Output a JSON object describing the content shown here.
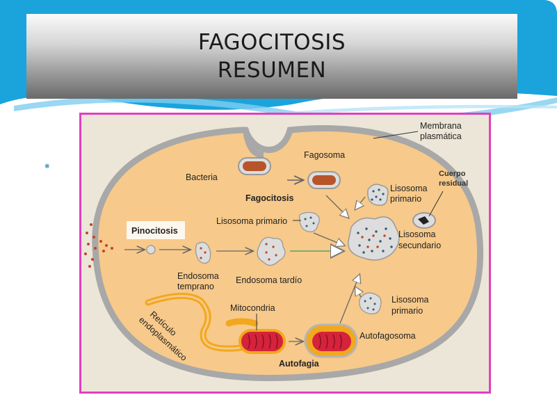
{
  "title": {
    "line1": "FAGOCITOSIS",
    "line2": "RESUMEN"
  },
  "bullet": "❋",
  "diagram": {
    "membrana": "Membrana",
    "plasmatica": "plasmática",
    "fagosoma": "Fagosoma",
    "bacteria": "Bacteria",
    "fagocitosis": "Fagocitosis",
    "lisosoma_primario_top": "Lisosoma",
    "primario_top": "primario",
    "cuerpo": "Cuerpo",
    "residual": "residual",
    "pinocitosis": "Pinocitosis",
    "lisosoma_primario_mid": "Lisosoma primario",
    "lisosoma_sec_1": "Lisosoma",
    "lisosoma_sec_2": "secundario",
    "endosoma_temprano_1": "Endosoma",
    "endosoma_temprano_2": "temprano",
    "endosoma_tardio": "Endosoma tardío",
    "mitocondria": "Mitocondria",
    "lisosoma_primario_bot": "Lisosoma",
    "primario_bot": "primario",
    "reticulo_1": "Retículo",
    "reticulo_2": "endoplasmático",
    "autofagosoma": "Autofagosoma",
    "autofagia": "Autofagia"
  },
  "colors": {
    "frame": "#e23fbf",
    "cell": "#f7c98a",
    "membrane": "#a8a8a8",
    "accent": "#1ba3dc"
  }
}
